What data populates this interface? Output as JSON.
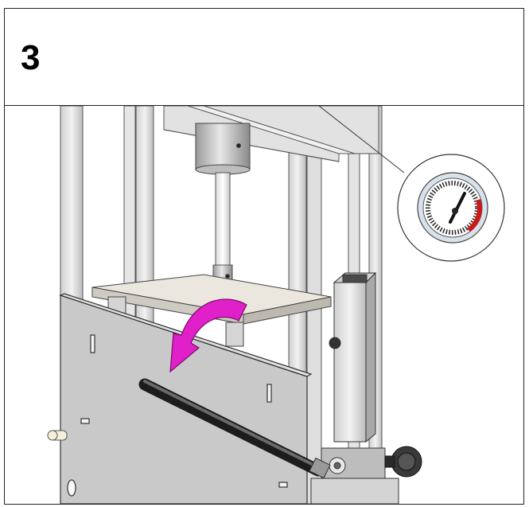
{
  "step": {
    "number": "3"
  },
  "illustration": {
    "parts": [
      "press-frame",
      "hydraulic-cylinder",
      "piston-rod",
      "press-plate",
      "front-guard",
      "pump-handle",
      "pump-unit",
      "release-knob",
      "pressure-gauge-callout"
    ],
    "arrow_color": "#e020c8",
    "gauge_danger_color": "#cc1a1a",
    "icons": [
      "rotation-arrow-icon",
      "pressure-gauge-icon"
    ]
  }
}
